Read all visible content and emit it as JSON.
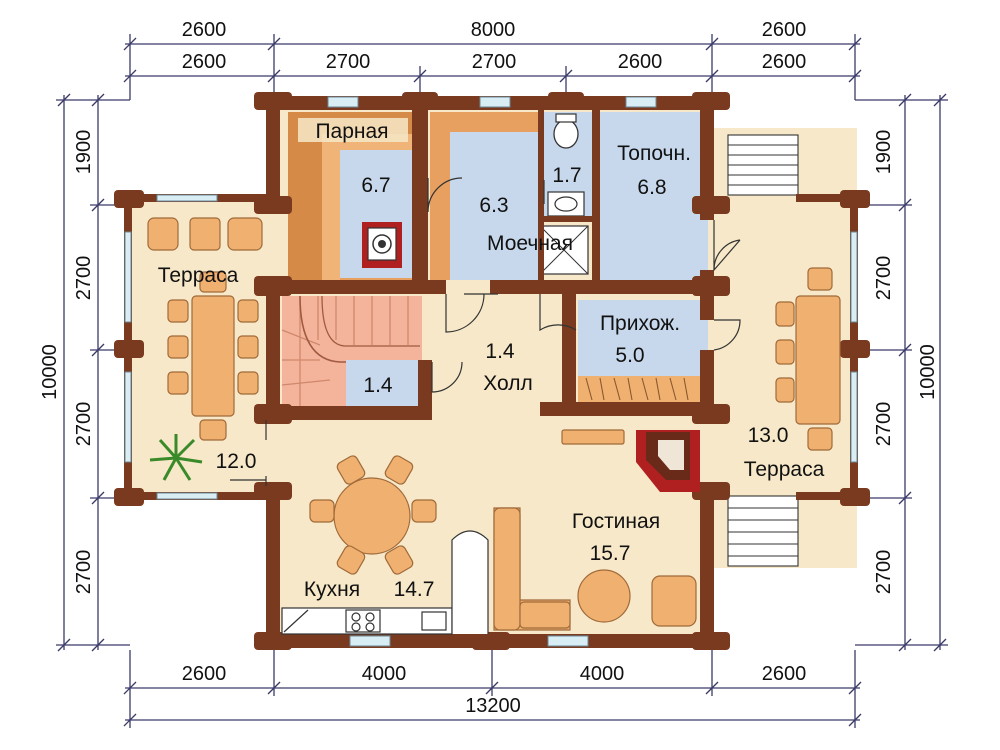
{
  "colors": {
    "wall": "#7a3a20",
    "wall_dark": "#5a2a14",
    "floor": "#f6e8c8",
    "wet_floor": "#c8d8ec",
    "sauna_wood": "#e8a060",
    "stair": "#f4b49c",
    "dim_line": "#3a3a6a",
    "furniture": "#f0b070",
    "window": "#d8eef4"
  },
  "dimensions": {
    "top_outer": [
      "2600",
      "8000",
      "2600"
    ],
    "top_inner": [
      "2600",
      "2700",
      "2700",
      "2600",
      "2600"
    ],
    "bottom_inner": [
      "2600",
      "4000",
      "4000",
      "2600"
    ],
    "bottom_total": "13200",
    "left_inner": [
      "1900",
      "2700",
      "2700",
      "2700"
    ],
    "left_total": "10000",
    "right_inner": [
      "1900",
      "2700",
      "2700",
      "2700"
    ],
    "right_total": "10000"
  },
  "rooms": {
    "parnaya": {
      "name": "Парная",
      "area": "6.7"
    },
    "moechnaya": {
      "name": "Моечная",
      "area": "6.3"
    },
    "wc": {
      "area": "1.7"
    },
    "topochn": {
      "name": "Топочн.",
      "area": "6.8"
    },
    "terrace_left": {
      "name": "Терраса",
      "area": "12.0"
    },
    "prikhozh": {
      "name": "Прихож.",
      "area": "5.0"
    },
    "hall": {
      "name": "Холл",
      "area": "1.4"
    },
    "storage": {
      "area": "1.4"
    },
    "terrace_right": {
      "name": "Терраса",
      "area": "13.0"
    },
    "gostinaya": {
      "name": "Гостиная",
      "area": "15.7"
    },
    "kukhnya": {
      "name": "Кухня",
      "area": "14.7"
    }
  }
}
